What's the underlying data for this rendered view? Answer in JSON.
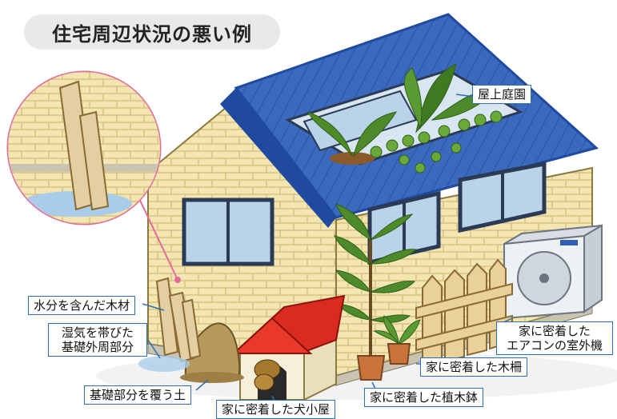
{
  "title": "住宅周辺状況の悪い例",
  "labels": {
    "rooftop_garden": "屋上庭園",
    "wet_wood": "水分を含んだ木材",
    "damp_foundation_line1": "湿気を帯びた",
    "damp_foundation_line2": "基礎外周部分",
    "soil_over_foundation": "基礎部分を覆う土",
    "doghouse": "家に密着した犬小屋",
    "planter": "家に密着した植木鉢",
    "fence": "家に密着した木柵",
    "ac_unit_line1": "家に密着した",
    "ac_unit_line2": "エアコンの室外機"
  },
  "colors": {
    "roof": "#2f5fb3",
    "roof_edge": "#1f4aa0",
    "wall": "#f3e6b3",
    "brick_line": "#d7c482",
    "window_frame": "#2b3a55",
    "glass": "#b9d3ea",
    "doghouse_roof": "#d92b1f",
    "leaf": "#4d8a2a",
    "leaf_dark": "#2f5f18",
    "pot": "#c8743b",
    "water": "#a9cde9",
    "callout": "#2b6fb6",
    "zoom_ring": "#e46a98"
  }
}
